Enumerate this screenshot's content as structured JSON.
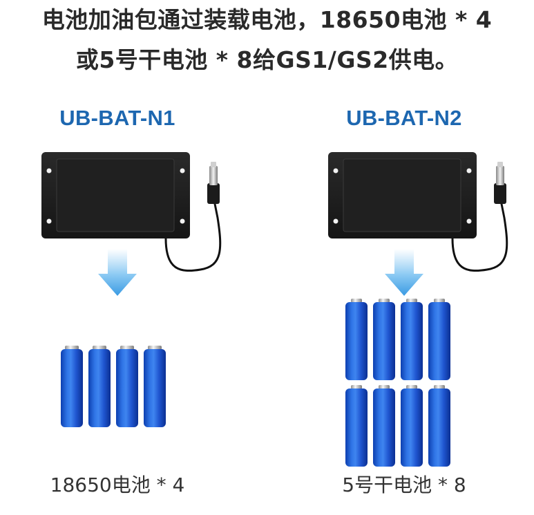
{
  "headline": {
    "line1": "电池加油包通过装载电池，18650电池 * 4",
    "line2": "或5号干电池 * 8给GS1/GS2供电。"
  },
  "products": [
    {
      "title": "UB-BAT-N1",
      "caption": "18650电池 * 4"
    },
    {
      "title": "UB-BAT-N2",
      "caption": "5号干电池 * 8"
    }
  ],
  "colors": {
    "title_blue": "#1d67b0",
    "battery_blue": "#2563d8",
    "box_black": "#1c1c1c",
    "arrow_blue": "#4aa7ea"
  }
}
